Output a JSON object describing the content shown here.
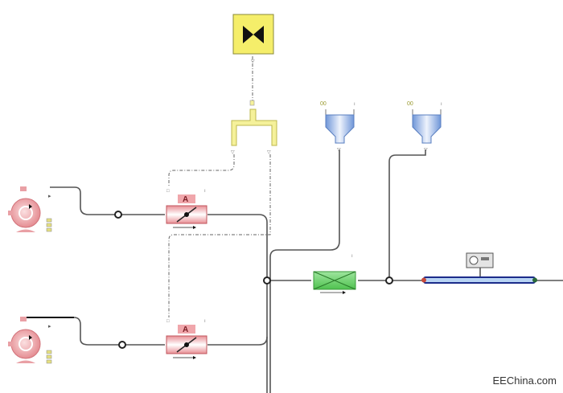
{
  "diagram": {
    "title": "Process flow schematic",
    "components": {
      "control_block": {
        "icon": "bowtie-valve-icon",
        "color": "#f5ee6a"
      },
      "splitter": {
        "icon": "splitter-icon",
        "color": "#f5f19a"
      },
      "pump_1": {
        "icon": "pump-icon",
        "color": "#f2b5b8"
      },
      "pump_2": {
        "icon": "pump-icon",
        "color": "#f2b5b8"
      },
      "valve_1": {
        "label": "A",
        "icon": "control-valve-icon"
      },
      "valve_2": {
        "label": "A",
        "icon": "control-valve-icon"
      },
      "hopper_1": {
        "icon": "hopper-icon",
        "color": "#a9c6ee"
      },
      "hopper_2": {
        "icon": "hopper-icon",
        "color": "#a9c6ee"
      },
      "mixer": {
        "icon": "mixer-icon",
        "color": "#7ed67e"
      },
      "pipe": {
        "icon": "pipe-icon",
        "color": "#1c2c8a"
      },
      "sensor": {
        "icon": "sensor-display-icon"
      }
    },
    "watermark": "EEChina.com"
  }
}
